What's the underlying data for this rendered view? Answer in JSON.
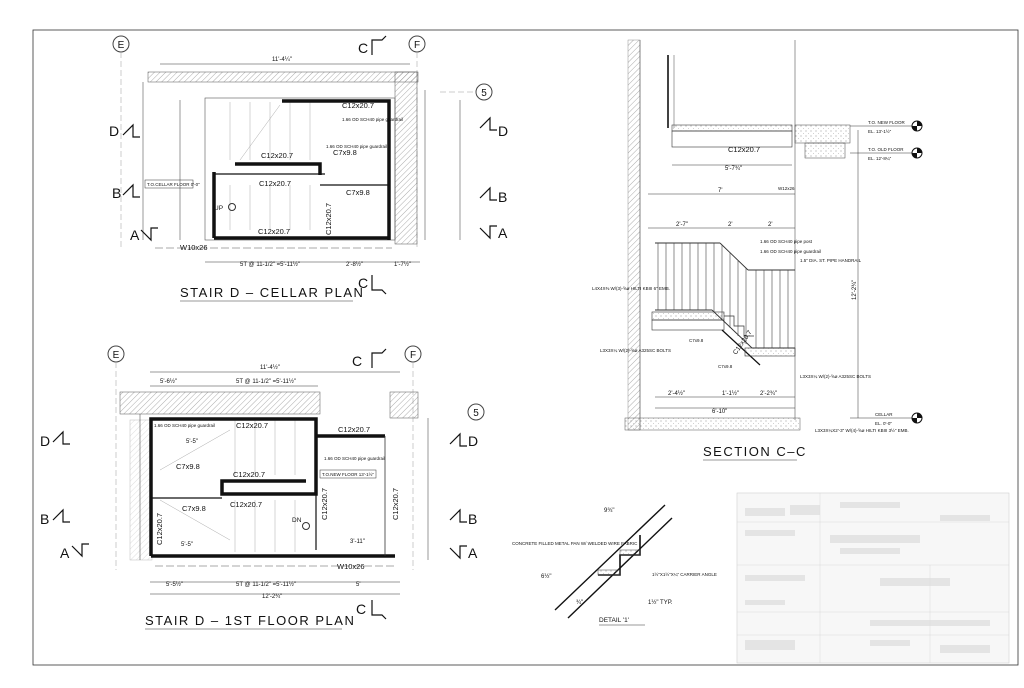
{
  "plans": {
    "cellar": {
      "title": "STAIR D – CELLAR PLAN",
      "overall_dim": "11'-4¼\"",
      "grid_left": "E",
      "grid_right": "F",
      "grid_5": "5",
      "members": {
        "top": "C12x20.7",
        "mid_left": "C12x20.7",
        "mid_row": "C12x20.7",
        "bottom": "C12x20.7",
        "c7_top": "C7x9.8",
        "c7_mid": "C7x9.8",
        "vertical": "C12x20.7"
      },
      "guardrail_1": "1.66 OD SCH40 pipe guardrail",
      "guardrail_2": "1.66 OD SCH40 pipe guardrail",
      "floor_tag": "T.O.CELLAR FLOOR 0'-0\"",
      "up": "UP",
      "w_beam": "W10x26",
      "treads": "5T @ 11-1/2\" =5'-11½\"",
      "dim_a": "2'-8½\"",
      "dim_b": "1'-7½\""
    },
    "first": {
      "title": "STAIR D – 1ST FLOOR PLAN",
      "overall_dim": "11'-4½\"",
      "top_dims": [
        "5'-6½\"",
        "5T @ 11-1/2\" =5'-11½\""
      ],
      "grid_left": "E",
      "grid_right": "F",
      "grid_5": "5",
      "members": {
        "top_left": "C12x20.7",
        "top_right": "C12x20.7",
        "mid": "C12x20.7",
        "lower": "C12x20.7",
        "left_v": "C12x20.7",
        "center_v": "C12x20.7",
        "right_v": "C12x20.7",
        "c7_a": "C7x9.8",
        "c7_b": "C7x9.8"
      },
      "guardrail_1": "1.66 OD SCH40 pipe guardrail",
      "guardrail_2": "1.66 OD SCH40 pipe guardrail",
      "floor_tag": "T.O.NEW FLOOR 13'-1½\"",
      "dn": "DN",
      "w_beam": "W10x26",
      "bottom_dims": [
        "5'-5½\"",
        "5T @ 11-1/2\" =5'-11½\"",
        "5'"
      ],
      "total": "12'-2¾\"",
      "dim_landing": "5'-5\"",
      "dim_c": "3'-11\""
    }
  },
  "sections": {
    "a": "A",
    "b": "B",
    "c": "C",
    "d": "D"
  },
  "section_cc": {
    "title": "SECTION C–C",
    "member_top": "C12x20.7",
    "new_floor": "T.O. NEW FLOOR",
    "new_floor_el": "EL. 13'-1½\"",
    "old_floor": "T.O. OLD FLOOR",
    "old_floor_el": "EL. 12'-8¼\"",
    "cellar": "CELLAR",
    "cellar_el": "EL. 0'-0\"",
    "handrail": "1.5\" DIA. ST. PIPE HANDRAIL",
    "guardrail": "1.66 OD SCH40 pipe guardrail",
    "post": "1.66 OD SCH40 pipe post",
    "w_beam": "W12x26",
    "angle_left": "L4X4X⅜ W/(3)-⅝ø HILTI KBIII 6\" EMB.",
    "angle_mid": "L3X3X¼ W/(2)-⅝ø A325SC BOLTS",
    "angle_right": "L3X3X¼ W/(2)-⅝ø A325SC BOLTS",
    "angle_bottom": "L3X3X¼X2'-3\" W/(4)-⅝ø HILTI KBIII 3½\" EMB.",
    "c7_a": "C7x9.8",
    "c7_b": "C7x9.8",
    "stringer": "C12x20.7",
    "dim_width": "6'-10\"",
    "dim_h": "12'-2¾\"",
    "dims_top": [
      "2'-7\"",
      "2'",
      "2'"
    ],
    "dims_bot": [
      "2'-4½\"",
      "1'-1½\"",
      "2'-2¾\""
    ],
    "dim_upper": "5'-7¾\"",
    "dim_mid": "7'"
  },
  "detail": {
    "title": "DETAIL '1'",
    "pan": "CONCRETE FILLED METAL PAN W/ WELDED WIRE FABRIC",
    "carrier": "1½\"X1½\"X¼\" CARRIER ANGLE",
    "dim_top": "9¾\"",
    "dim_typ": "1½\" TYP.",
    "dim_left": "6½\"",
    "dim_bot": "¾\""
  }
}
